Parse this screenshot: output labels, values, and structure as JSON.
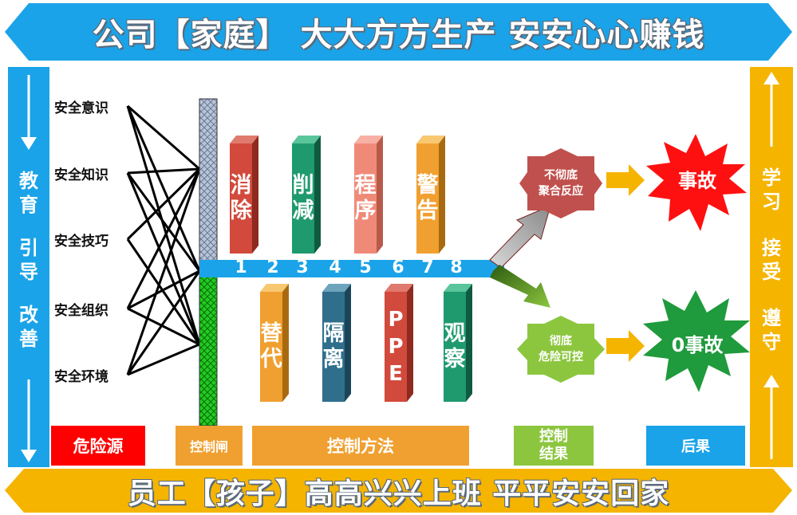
{
  "top_banner": {
    "text": "公司【家庭】 大大方方生产 安安心心赚钱"
  },
  "bottom_banner": {
    "text": "员工【孩子】高高兴兴上班 平平安安回家"
  },
  "left_side": {
    "lines": [
      "教",
      "育",
      "",
      "引",
      "导",
      "",
      "改",
      "善"
    ]
  },
  "right_side": {
    "lines": [
      "学",
      "习",
      "",
      "接",
      "受",
      "",
      "遵",
      "守"
    ]
  },
  "sources": [
    "安全意识",
    "安全知识",
    "安全技巧",
    "安全组织",
    "安全环境"
  ],
  "methods_top": [
    {
      "lines": [
        "消",
        "除"
      ],
      "color": "#d24a3c"
    },
    {
      "lines": [
        "削",
        "减"
      ],
      "color": "#1f9a6e"
    },
    {
      "lines": [
        "程",
        "序"
      ],
      "color": "#f08a78"
    },
    {
      "lines": [
        "警",
        "告"
      ],
      "color": "#f0a030"
    }
  ],
  "methods_bottom": [
    {
      "lines": [
        "替",
        "代"
      ],
      "color": "#f0a030"
    },
    {
      "lines": [
        "隔",
        "离"
      ],
      "color": "#2f6f8c"
    },
    {
      "lines": [
        "P",
        "P",
        "E"
      ],
      "color": "#d24a3c"
    },
    {
      "lines": [
        "观",
        "察"
      ],
      "color": "#1f9a6e"
    }
  ],
  "numbers": [
    "1",
    "2",
    "3",
    "4",
    "5",
    "6",
    "7",
    "8"
  ],
  "outcome_bad": {
    "line1": "不彻底",
    "line2": "聚合反应",
    "result": "事故"
  },
  "outcome_good": {
    "line1": "彻底",
    "line2": "危险可控",
    "result": "0事故"
  },
  "legend": {
    "hazard": "危险源",
    "gate": "控制闸",
    "methods": "控制方法",
    "result_line1": "控制",
    "result_line2": "结果",
    "consequence": "后果"
  },
  "colors": {
    "blue": "#1aa3e8",
    "yellow": "#f5b400",
    "red_star": "#ff1010",
    "green_star": "#1f9a3c",
    "bad_octagon": "#c0504d",
    "good_octagon": "#8cc63f"
  }
}
